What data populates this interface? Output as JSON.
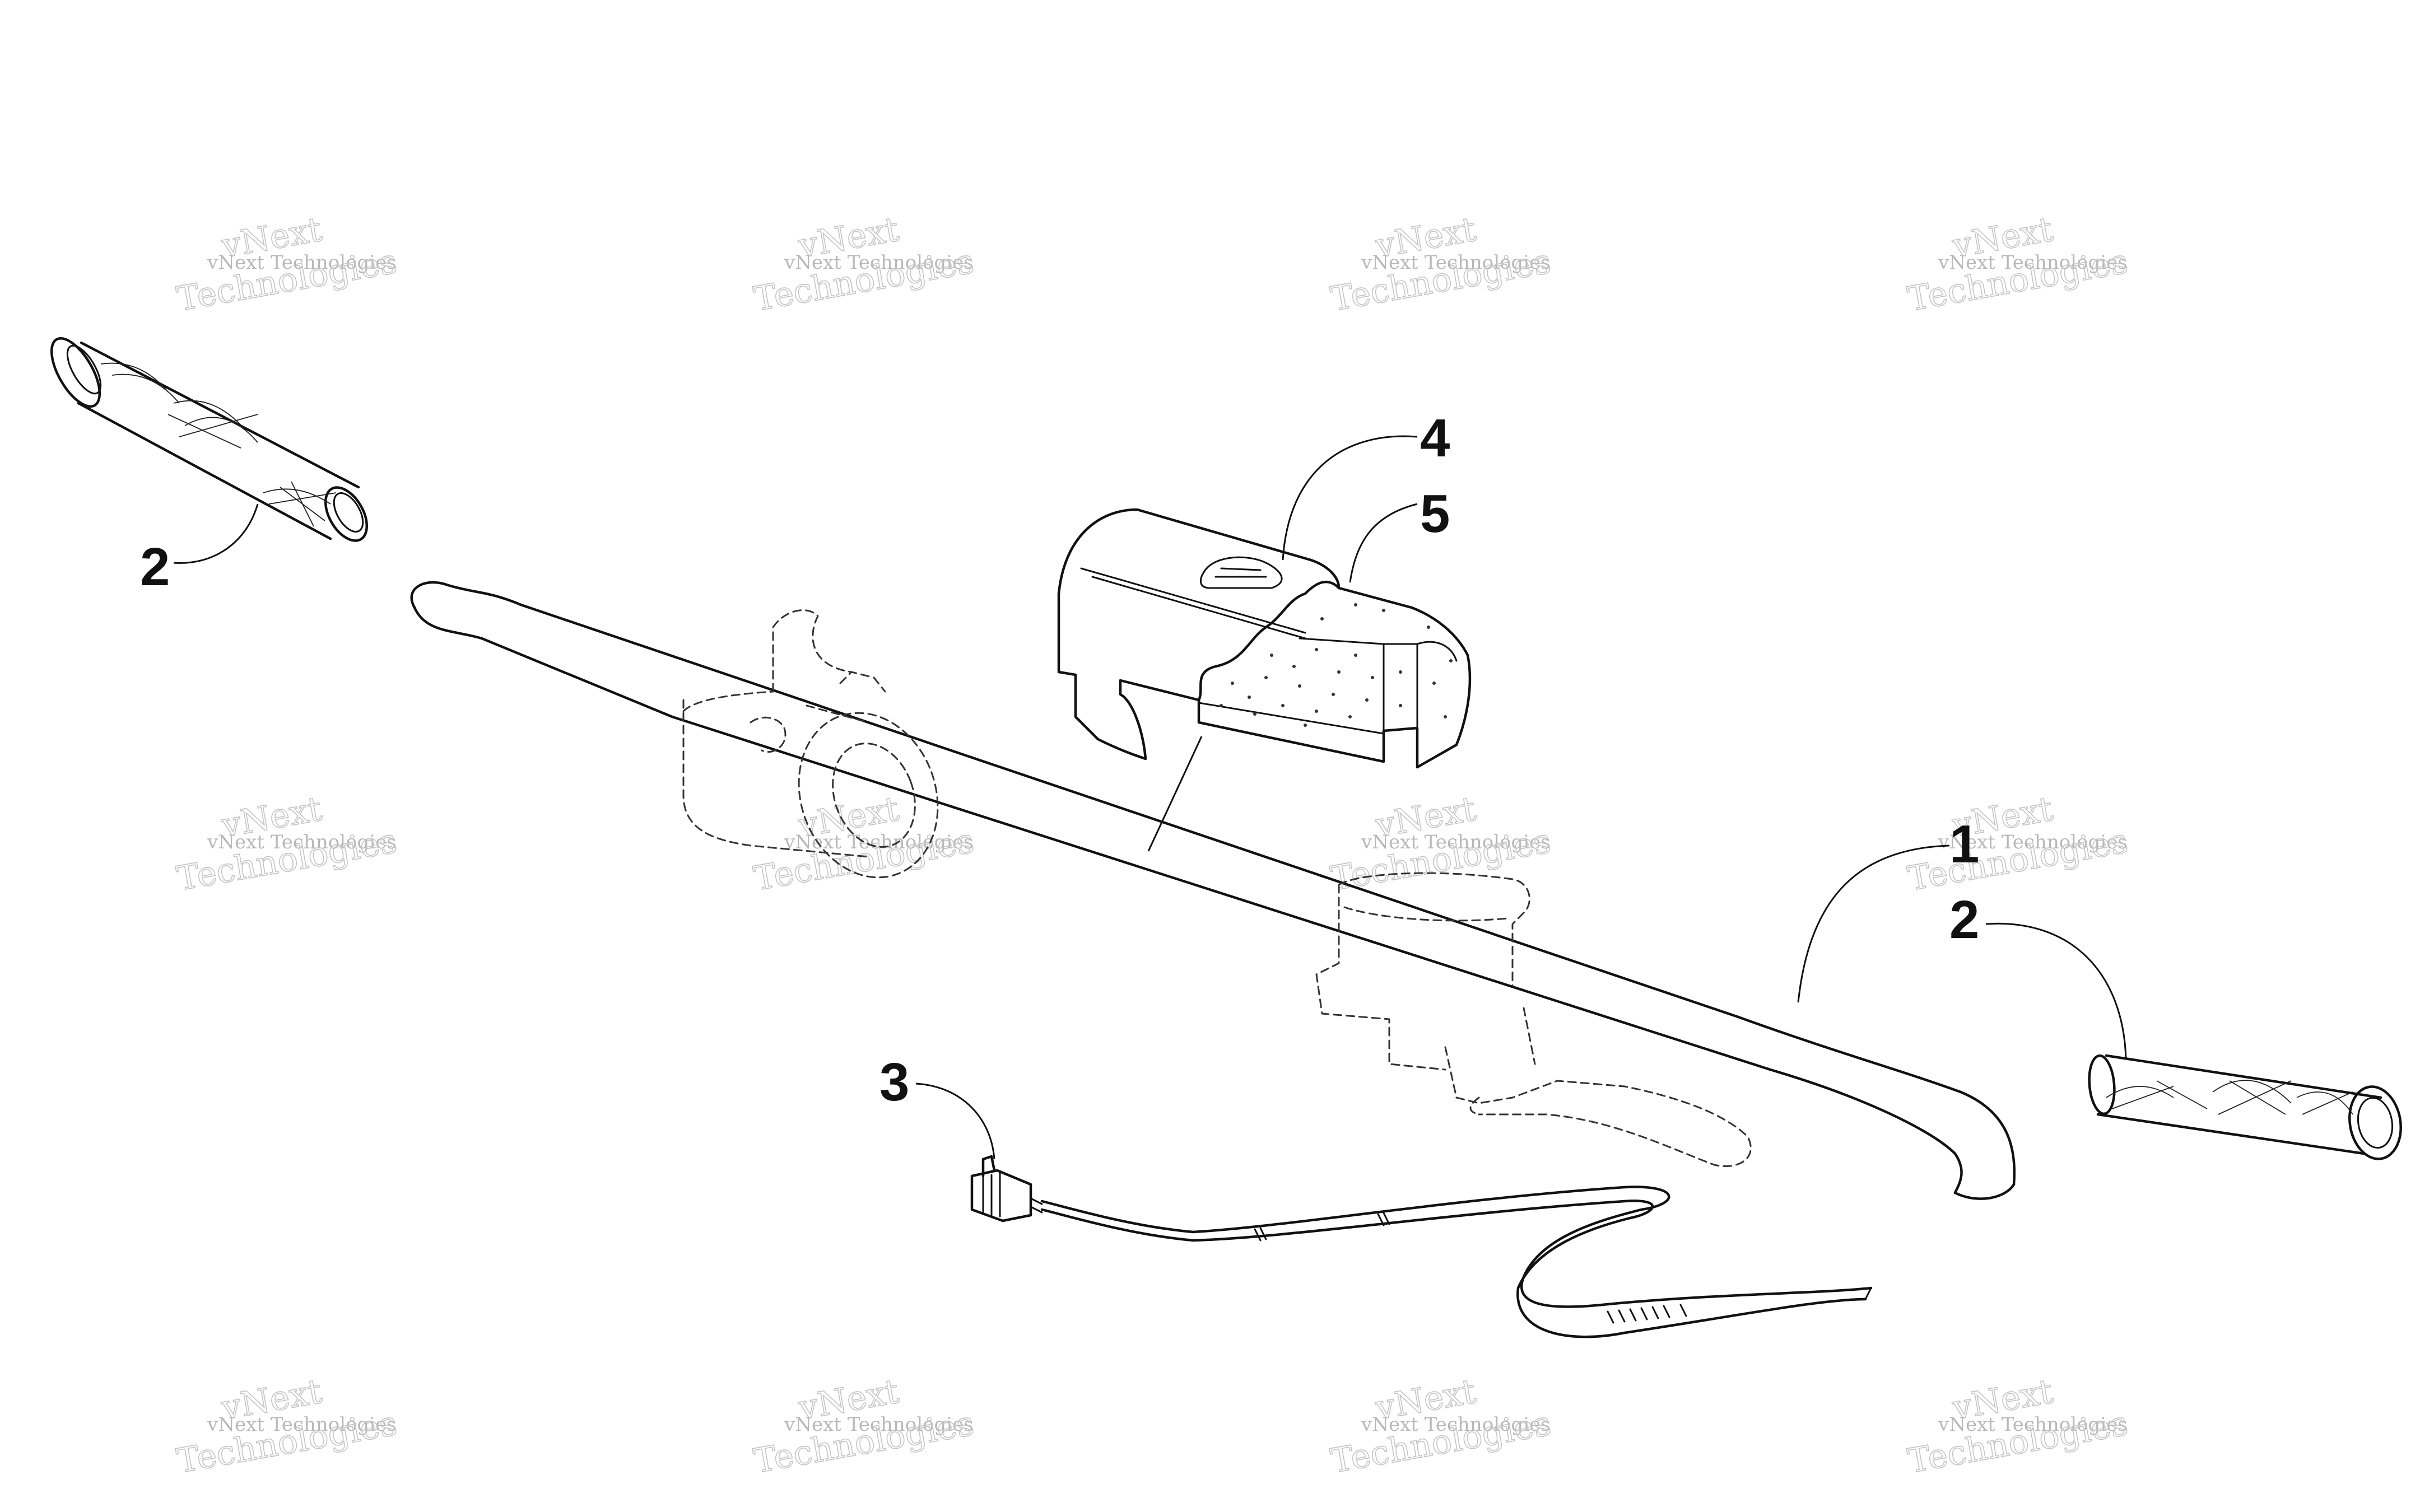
{
  "callouts": [
    {
      "id": "cal-2a",
      "text": "2"
    },
    {
      "id": "cal-4",
      "text": "4"
    },
    {
      "id": "cal-5",
      "text": "5"
    },
    {
      "id": "cal-1",
      "text": "1"
    },
    {
      "id": "cal-2b",
      "text": "2"
    },
    {
      "id": "cal-3",
      "text": "3"
    }
  ],
  "watermark": {
    "line_small": "vNext Technologies",
    "line_big": "Technologies",
    "line_overlay": "vNext"
  },
  "colors": {
    "line": "#111111",
    "watermark": "#c4c4c4",
    "background": "#ffffff"
  }
}
